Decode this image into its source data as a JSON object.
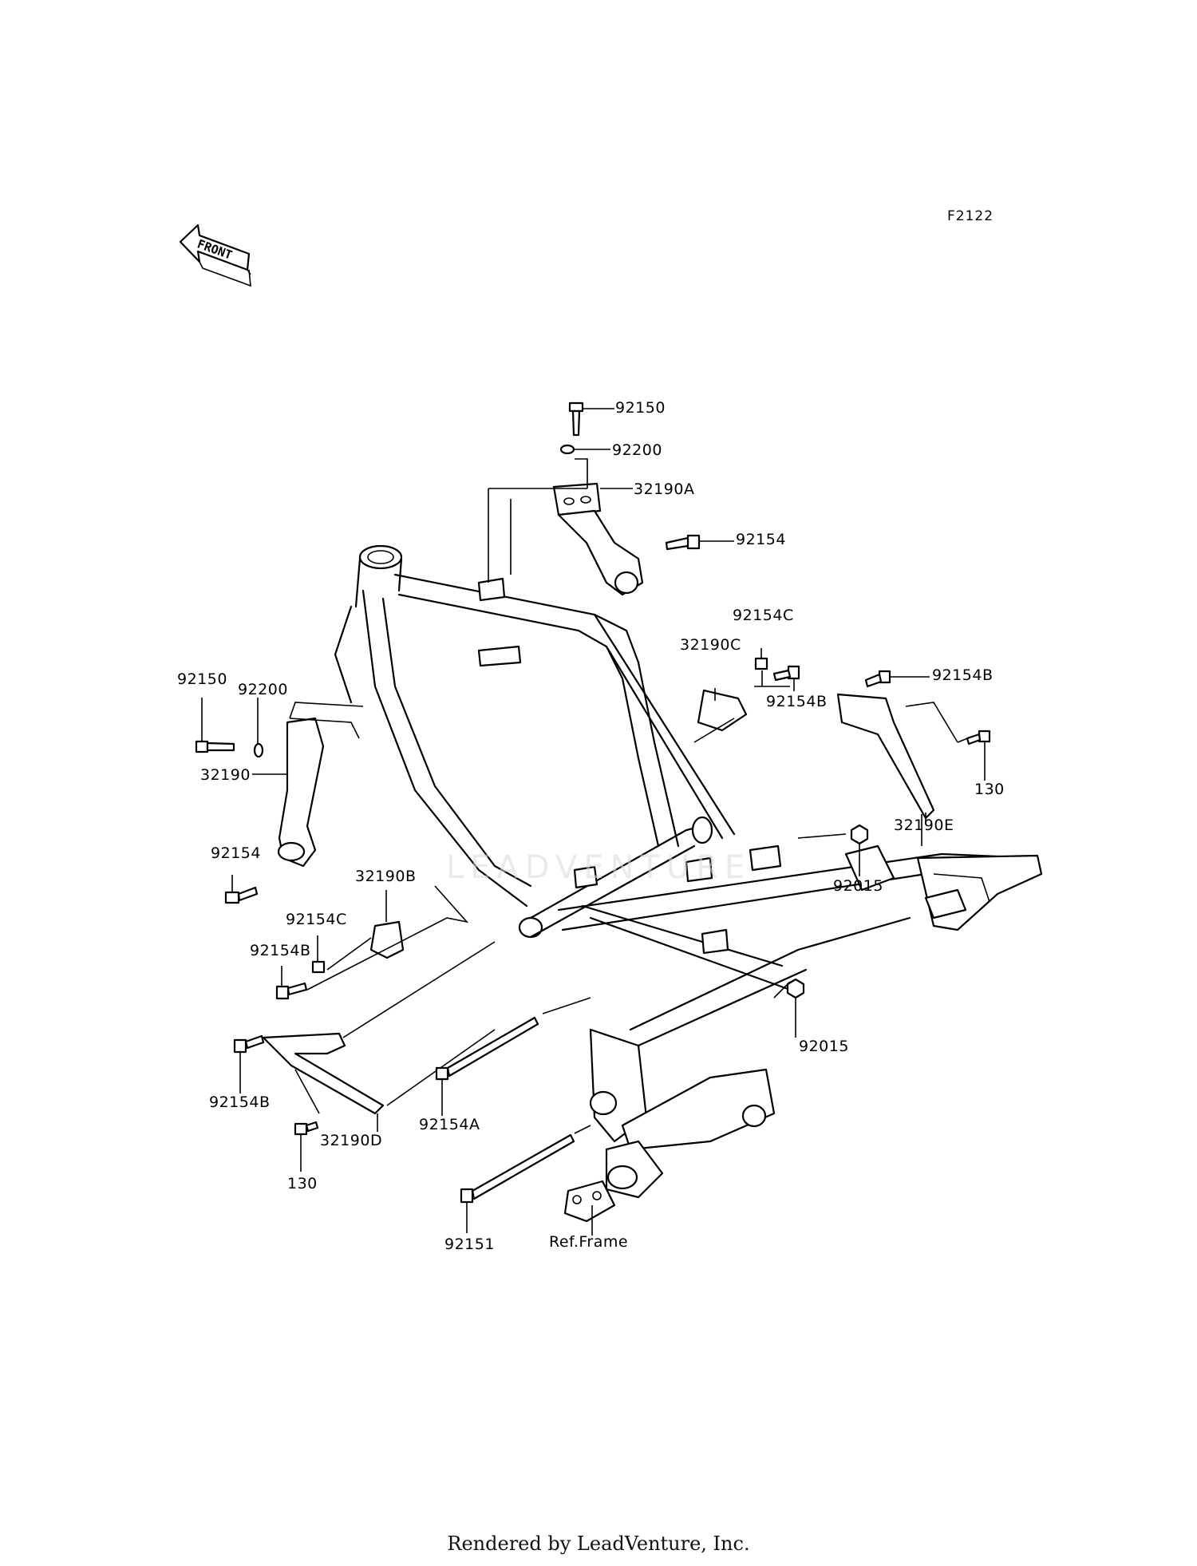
{
  "figure_id": "F2122",
  "arrow_label": "FRONT",
  "footer": "Rendered by LeadVenture, Inc.",
  "labels": {
    "p92150_top": "92150",
    "p92200_top": "92200",
    "p32190A": "32190A",
    "p92154_top": "92154",
    "p92154C_r": "92154C",
    "p32190C": "32190C",
    "p92154B_r": "92154B",
    "p92154B_far": "92154B",
    "p130_r": "130",
    "p32190E": "32190E",
    "p92015_r": "92015",
    "p92015_r2": "92015",
    "p92150_l": "92150",
    "p92200_l": "92200",
    "p32190": "32190",
    "p92154_l": "92154",
    "p32190B": "32190B",
    "p92154C_l": "92154C",
    "p92154B_l": "92154B",
    "p92154B_l2": "92154B",
    "p130_l": "130",
    "p32190D": "32190D",
    "p92154A": "92154A",
    "p92151": "92151",
    "ref_frame": "Ref.Frame"
  }
}
